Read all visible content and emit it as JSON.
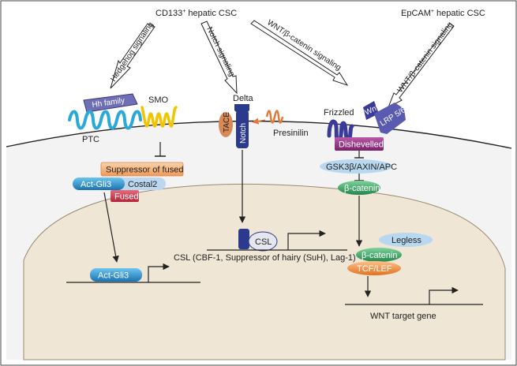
{
  "sources": {
    "cd133": "CD133",
    "cd133_sup": "+",
    "cd133_rest": " hepatic CSC",
    "epcam": "EpCAM",
    "epcam_sup": "+",
    "epcam_rest": " hepatic CSC"
  },
  "pathways": {
    "hedgehog": "Hedgehog signaling",
    "notch": "Notch signaling",
    "wnt1": "WNT/β-catenin signaling",
    "wnt2": "WNT/β-catenin signaling"
  },
  "hedgehog": {
    "hh_family": "Hh family",
    "smo": "SMO",
    "ptc": "PTC",
    "suppressor": "Suppressor of fused",
    "act_gli3": "Act-Gli3",
    "costal2": "Costal2",
    "fused": "Fused",
    "nuclear_act_gli3": "Act-Gli3"
  },
  "notch": {
    "delta": "Delta",
    "tace": "TACE",
    "notch": "Notch",
    "presinilin": "Presinilin",
    "csl": "CSL",
    "csl_caption": "CSL (CBF-1, Suppressor of hairy (SuH), Lag-1)"
  },
  "wnt": {
    "frizzled": "Frizzled",
    "wnt": "Wnt",
    "lrp": "LRP 5/6",
    "disheveled": "Dishevelled",
    "complex": "GSK3β/AXIN/APC",
    "beta_catenin": "β-catenin",
    "legless": "Legless",
    "nuclear_beta_catenin": "β-catenin",
    "tcf": "TCF/LEF",
    "target": "WNT target gene"
  },
  "colors": {
    "membrane": "#222222",
    "nucleus": "#efe6d6",
    "hh_family": "#6f6fb5",
    "ptc": "#2aa8d8",
    "smo": "#f0c400",
    "suppressor": "#f2a56a",
    "act_gli3": "#2f8fc8",
    "costal2": "#bcd8f0",
    "fused": "#c83446",
    "tace": "#d98955",
    "notch": "#2b3a8c",
    "presinilin": "#e07a3a",
    "frizzled": "#3a3a98",
    "wnt": "#3a3a98",
    "lrp": "#5a5ab0",
    "disheveled": "#8a2a7a",
    "complex": "#b8d8f0",
    "beta_catenin": "#3aa86a",
    "legless": "#b8d8f0",
    "tcf": "#f28a3a"
  },
  "icons": [
    "arrow-icon",
    "inhibition-icon",
    "gene-promoter-icon"
  ]
}
